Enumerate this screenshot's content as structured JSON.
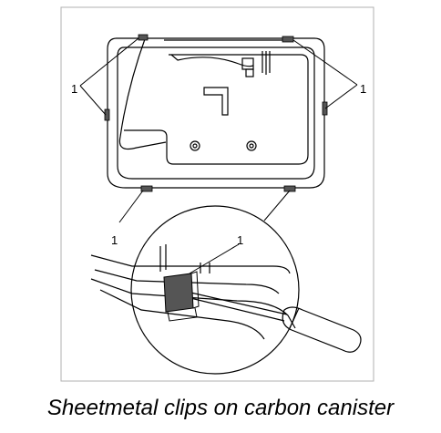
{
  "callouts": {
    "left_top": "1",
    "right_top": "1",
    "detail_left": "1",
    "detail_right": "1"
  },
  "caption": "Sheetmetal clips on carbon canister",
  "colors": {
    "line": "#000000",
    "clip_fill": "#555555",
    "frame": "#b0b0b0",
    "background": "#ffffff"
  }
}
